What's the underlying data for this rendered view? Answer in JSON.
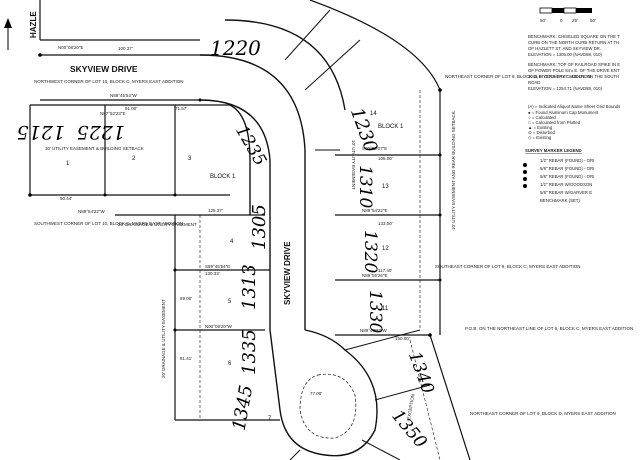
{
  "streets": {
    "skyview_drive_top": "SKYVIEW DRIVE",
    "skyview_drive_vertical": "SKYVIEW DRIVE",
    "hazle": "HAZLE"
  },
  "handwritten_addresses": [
    "1220",
    "1215",
    "1225",
    "1235",
    "1230",
    "1310",
    "1305",
    "1320",
    "1313",
    "1330",
    "1335",
    "1340",
    "1345",
    "1350"
  ],
  "blocks": {
    "block1_left": "BLOCK 1",
    "block1_right": "BLOCK 1"
  },
  "lots": [
    "1",
    "2",
    "3",
    "4",
    "5",
    "6",
    "7",
    "14",
    "13",
    "12",
    "11"
  ],
  "corner_notes": {
    "nw_lot10": "NORTHWEST CORNER OF LOT 10, BLOCK C, MYERS EAST ADDITION",
    "sw_lot10": "SOUTHWEST CORNER OF LOT 10, BLOCK C, MYERS EAST ADDITION",
    "ne_lot8": "NORTHEAST CORNER OF LOT 8, BLOCK D, MYERS EAST ADDITION",
    "se_lot8": "SOUTHEAST CORNER OF LOT 8, BLOCK C, MYERS EAST ADDITION",
    "pob": "P.O.B. ON THE NORTHEAST LINE OF LOT 9, BLOCK C, MYERS EAST ADDITION",
    "ne_lot9": "NORTHEAST CORNER OF LOT 9, BLOCK D, MYERS EAST ADDITION"
  },
  "easement_notes": {
    "utility_left": "30' UTILITY EASEMENT & BUILDING SETBACK",
    "utility_mid": "10' UTILITY EASEMENT",
    "drainage": "20' DRAINAGE & UTILITY EASEMENT",
    "utility_vertical": "10' UTILITY EASEMENT AND REAR BUILDING SETBACK",
    "exception": "EXCEPTION"
  },
  "scale": {
    "ticks": [
      "50'",
      "0",
      "25'",
      "50'"
    ]
  },
  "benchmark_text": [
    "BENCHMARK: CHISELED SQUARE ON THE T",
    "CURB ON THE NORTH CURB RETURN AT TH",
    "OF HAZLETT ST. AND SKYVIEW DR.",
    "ELEVATION = 1305.00 (NAVD88, 010)",
    "",
    "BENCHMARK: TOP OF RAILROAD SPIKE IN E",
    "OF POWER POLE 84'± E. OF THE DRIVE ENT",
    "1045 E. COUNTRY CLUB LN. ON THE SOUTH",
    "ROAD",
    "ELEVATION = 1254.71 (NAVD88, 010)"
  ],
  "legend": {
    "title": "SURVEY MARKER LEGEND",
    "abbrev": [
      "(A) = Indicated Aliquot Name Sheet Grid Bounds",
      "● = Found Aluminum Cap Monument",
      "○ = Calculated",
      "□ = Calculated from Plotted",
      "▲ = Existing",
      "⊙ = Disturbed",
      "◇ = Existing"
    ],
    "items": [
      "1/2\" REBAR (FOUND) - ORI",
      "5/8\" REBAR (FOUND) - ORI",
      "5/8\" REBAR (FOUND) - ORI",
      "1/2\" REBAR W/GOODSON",
      "5/8\" REBAR W/GARVER E",
      "BENCHMARK (SET)"
    ]
  },
  "bearings": [
    "N89°45'54\"W",
    "N00°08'20\"E",
    "N89°54'22\"W",
    "S89°45'54\"E",
    "N00°08'20\"W",
    "S00°08'07\"E",
    "N89°54'22\"E",
    "N89°55'26\"E",
    "N89°47'37\"W",
    "N87°52'23\"E"
  ],
  "distances": [
    "100.37'",
    "91.00'",
    "50.44'",
    "71.57'",
    "125.37'",
    "130.33'",
    "117.40'",
    "133.00'",
    "105.00'",
    "69.00'",
    "81.41'",
    "150.00'",
    "77.00'"
  ],
  "icons": {
    "north_arrow": "north-arrow-icon",
    "bullet": "bullet-dot-icon"
  }
}
